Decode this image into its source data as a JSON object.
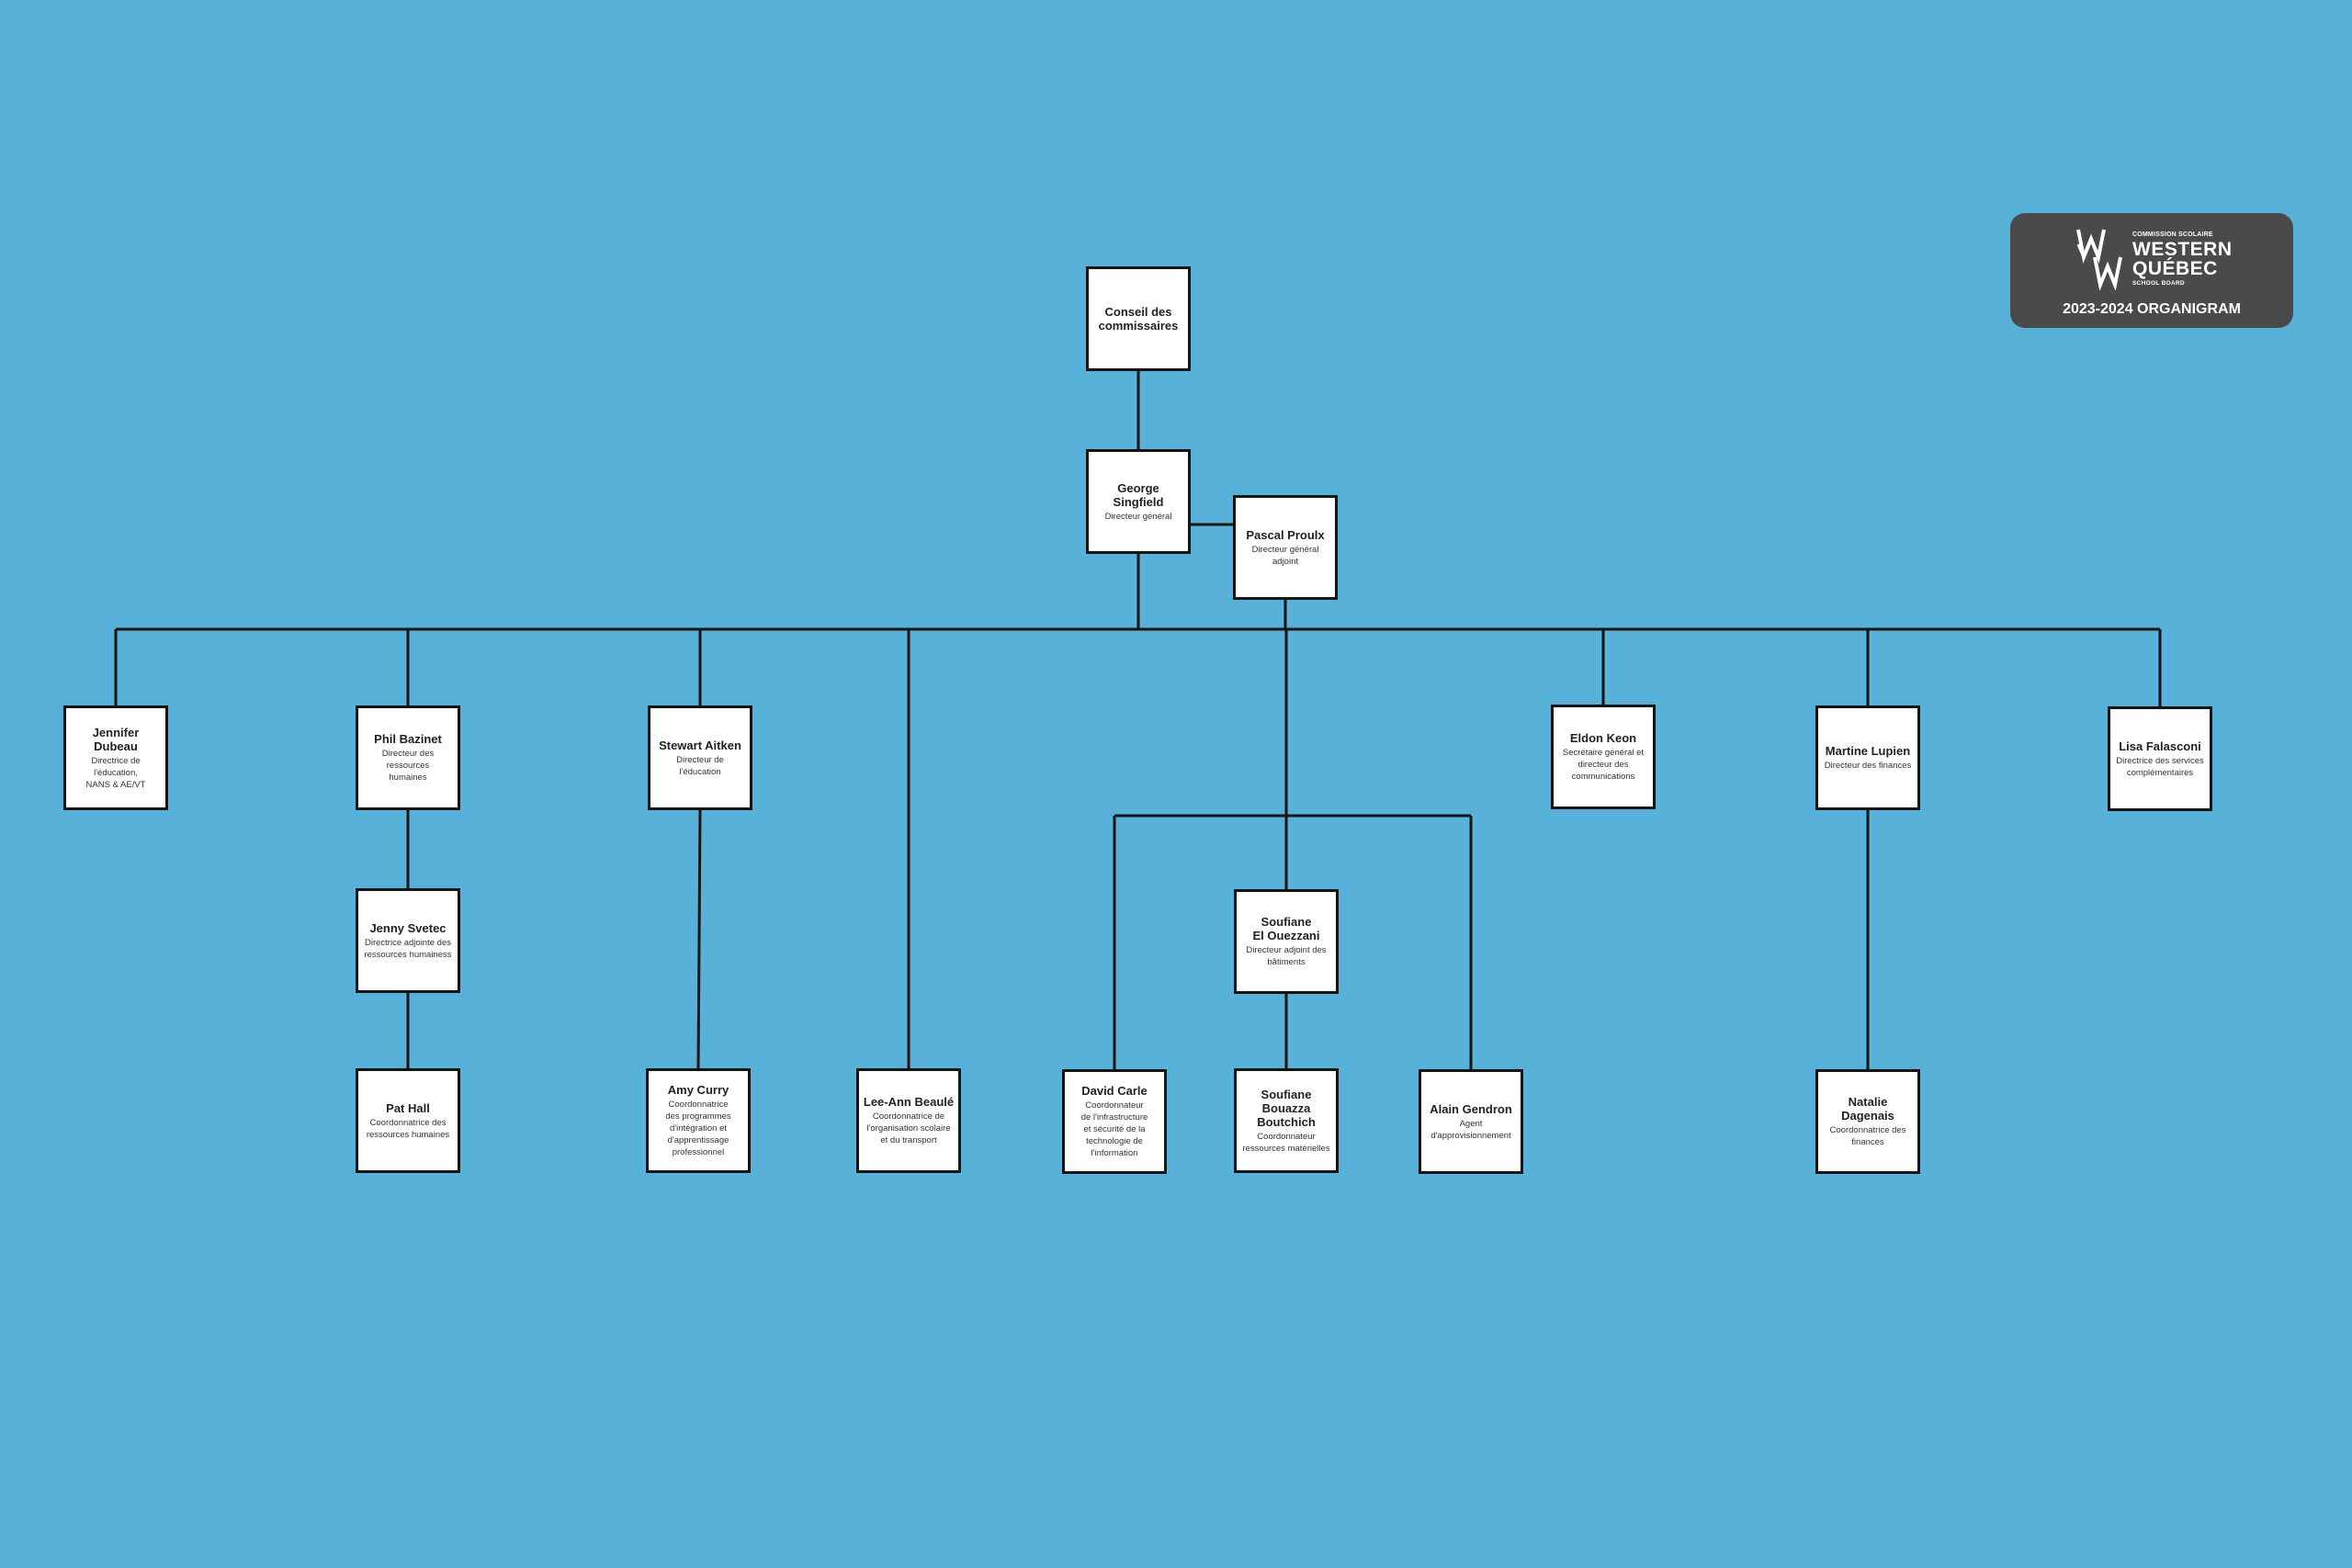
{
  "colors": {
    "background": "#58b1d9",
    "box_fill": "#ffffff",
    "box_border": "#141414",
    "badge": "#4a4a4a"
  },
  "header_badge": {
    "logo_icon": "ww-logo-icon",
    "line_small": "COMMISSION SCOLAIRE",
    "line1": "WESTERN",
    "line2": "QUÉBEC",
    "line_sub": "SCHOOL BOARD",
    "year_title": "2023-2024 ORGANIGRAM"
  },
  "org_chart": {
    "nodes": [
      {
        "id": "conseil",
        "name": "Conseil des\ncommissaires",
        "title": ""
      },
      {
        "id": "singfield",
        "name": "George Singfield",
        "title": "Directeur général"
      },
      {
        "id": "proulx",
        "name": "Pascal Proulx",
        "title": "Directeur général\nadjoint"
      },
      {
        "id": "dubeau",
        "name": "Jennifer Dubeau",
        "title": "Directrice de\nl'éducation,\nNANS & AE/VT"
      },
      {
        "id": "bazinet",
        "name": "Phil Bazinet",
        "title": "Directeur des ressources\nhumaines"
      },
      {
        "id": "aitken",
        "name": "Stewart Aitken",
        "title": "Directeur de\nl'éducation"
      },
      {
        "id": "keon",
        "name": "Eldon Keon",
        "title": "Secrétaire général et\ndirecteur des\ncommunications"
      },
      {
        "id": "lupien",
        "name": "Martine Lupien",
        "title": "Directeur des finances"
      },
      {
        "id": "falasconi",
        "name": "Lisa Falasconi",
        "title": "Directrice des services\ncomplémentaires"
      },
      {
        "id": "svetec",
        "name": "Jenny Svetec",
        "title": "Directrice adjointe des\nressources humainess"
      },
      {
        "id": "elouezzani",
        "name": "Soufiane\nEl Ouezzani",
        "title": "Directeur adjoint des\nbâtiments"
      },
      {
        "id": "hall",
        "name": "Pat Hall",
        "title": "Coordonnatrice des\nressources humaines"
      },
      {
        "id": "curry",
        "name": "Amy Curry",
        "title": "Coordonnatrice\ndes programmes\nd'intégration et\nd'apprentissage\nprofessionnel"
      },
      {
        "id": "beaule",
        "name": "Lee-Ann Beaulé",
        "title": "Coordonnatrice de\nl'organisation scolaire\net du transport"
      },
      {
        "id": "carle",
        "name": "David Carle",
        "title": "Coordonnateur\nde l'infrastructure\net sécurité de la\ntechnologie de\nl'information"
      },
      {
        "id": "bouazza",
        "name": "Soufiane Bouazza\nBoutchich",
        "title": "Coordonnateur\nressources matérielles"
      },
      {
        "id": "gendron",
        "name": "Alain Gendron",
        "title": "Agent\nd'approvisionnement"
      },
      {
        "id": "dagenais",
        "name": "Natalie Dagenais",
        "title": "Coordonnatrice des\nfinances"
      }
    ],
    "edges": [
      [
        "conseil",
        "singfield"
      ],
      [
        "singfield",
        "proulx"
      ],
      [
        "singfield",
        "dubeau"
      ],
      [
        "singfield",
        "bazinet"
      ],
      [
        "singfield",
        "aitken"
      ],
      [
        "singfield",
        "beaule"
      ],
      [
        "singfield",
        "elouezzani"
      ],
      [
        "singfield",
        "keon"
      ],
      [
        "singfield",
        "lupien"
      ],
      [
        "singfield",
        "falasconi"
      ],
      [
        "bazinet",
        "svetec"
      ],
      [
        "svetec",
        "hall"
      ],
      [
        "aitken",
        "curry"
      ],
      [
        "elouezzani",
        "carle"
      ],
      [
        "elouezzani",
        "bouazza"
      ],
      [
        "elouezzani",
        "gendron"
      ],
      [
        "lupien",
        "dagenais"
      ]
    ]
  }
}
